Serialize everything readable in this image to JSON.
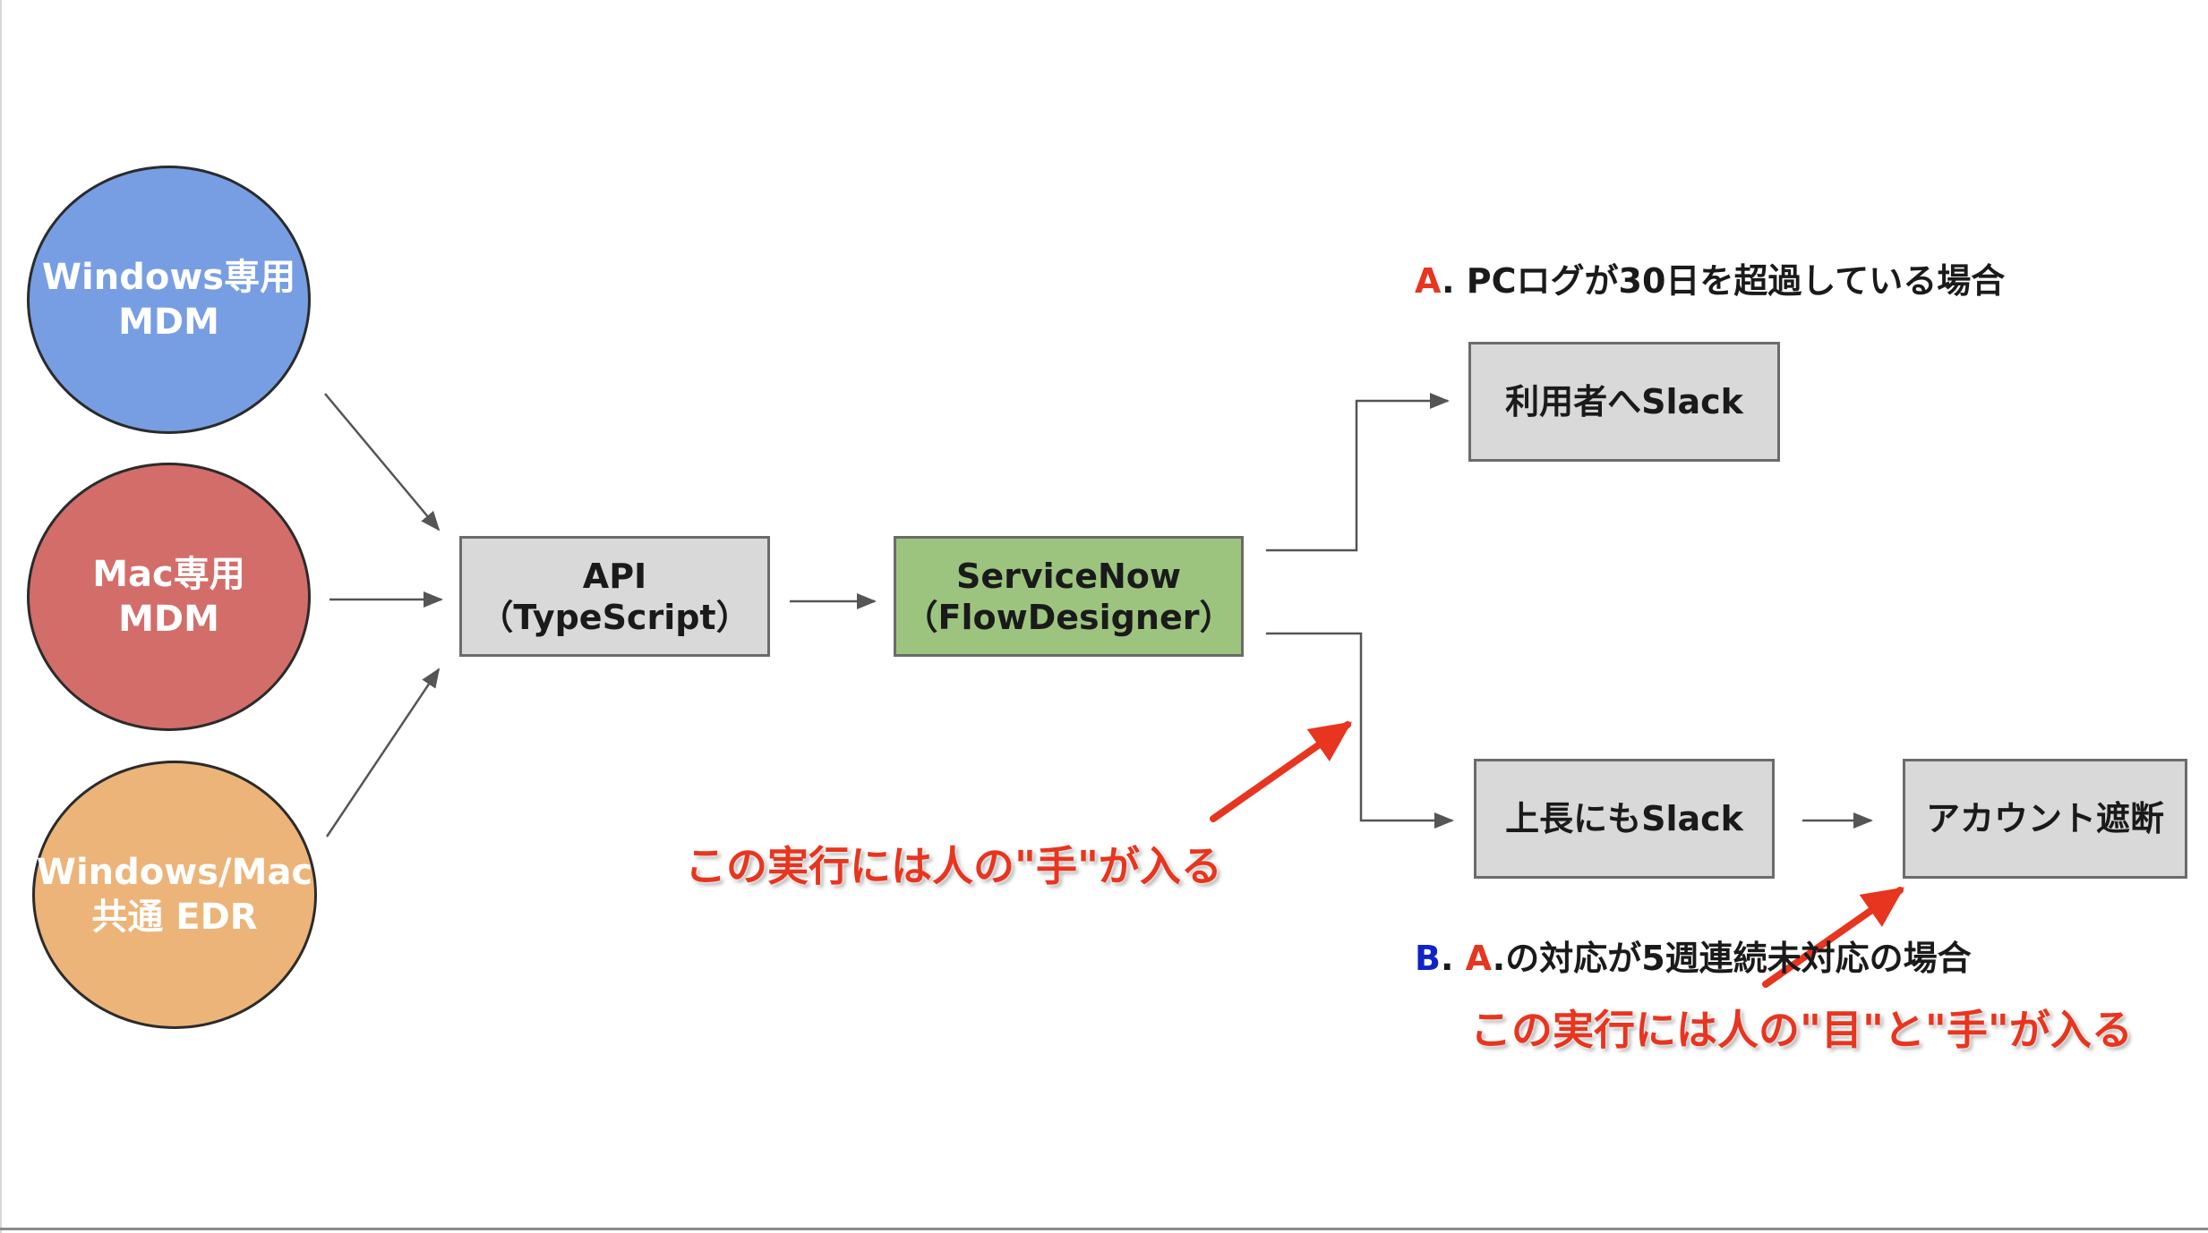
{
  "sources": {
    "windows_mdm": {
      "line1": "Windows専用",
      "line2": "MDM",
      "color": "#779ee3"
    },
    "mac_mdm": {
      "line1": "Mac専用",
      "line2": "MDM",
      "color": "#d36d6a"
    },
    "edr": {
      "line1": "Windows/Mac",
      "line2": "共通 EDR",
      "color": "#ecb478"
    }
  },
  "api_box": {
    "line1": "API",
    "line2": "（TypeScript）"
  },
  "servicenow_box": {
    "line1": "ServiceNow",
    "line2": "（FlowDesigner）",
    "color": "#9cc47f"
  },
  "condition_a": {
    "label": "A",
    "text": ". PCログが30日を超過している場合"
  },
  "slack_user_box": {
    "label": "利用者へSlack"
  },
  "slack_boss_box": {
    "label": "上長にもSlack"
  },
  "account_block_box": {
    "label": "アカウント遮断"
  },
  "condition_b": {
    "label_b": "B",
    "sep": ". ",
    "label_a": "A",
    "text": ".の対応が5週連続未対応の場合"
  },
  "callout_hand": {
    "text": "この実行には人の\"手\"が入る"
  },
  "callout_eye_hand": {
    "text": "この実行には人の\"目\"と\"手\"が入る"
  },
  "colors": {
    "accent_red": "#e8351f",
    "accent_blue": "#1023c8",
    "box_gray": "#d9d9d9",
    "arrow_gray": "#555555"
  }
}
